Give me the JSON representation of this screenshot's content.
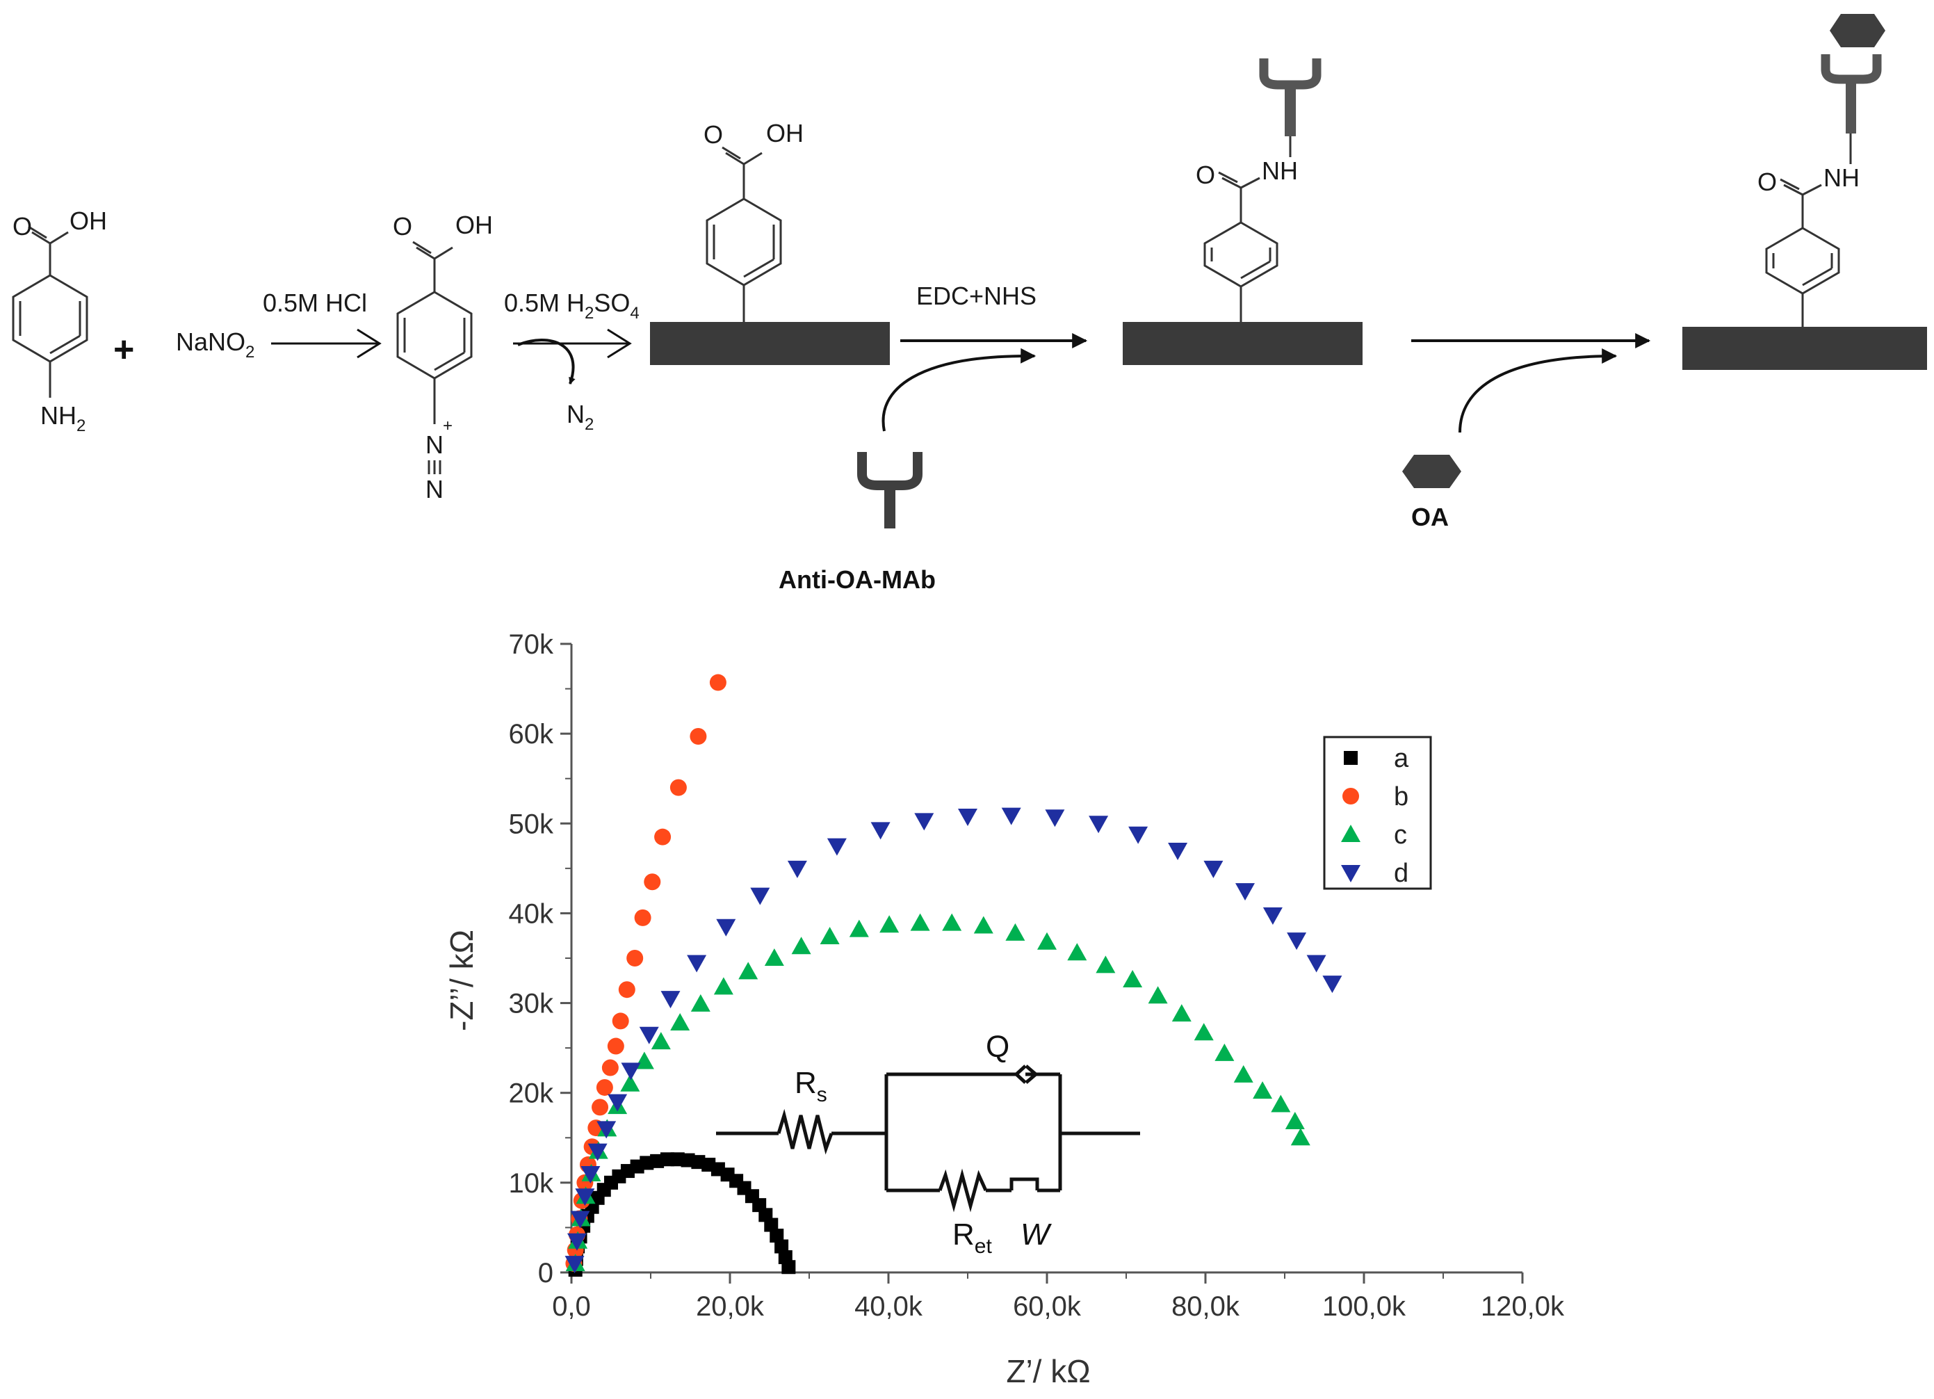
{
  "scheme": {
    "reactant1": {
      "top": "O",
      "oh": "OH",
      "bottom": "NH",
      "bottom_sub": "2"
    },
    "plus": "+",
    "reagent1": {
      "main": "NaNO",
      "sub": "2"
    },
    "step1_label": "0.5M HCl",
    "diazonium": {
      "top": "O",
      "oh": "OH",
      "n_plus": "N",
      "plus": "+",
      "n_bottom": "N"
    },
    "step2_label": {
      "main": "0.5M H",
      "sub1": "2",
      "mid": "SO",
      "sub2": "4"
    },
    "n2_label": {
      "main": "N",
      "sub": "2"
    },
    "grafted": {
      "top": "O",
      "oh": "OH"
    },
    "step3_label": "EDC+NHS",
    "antibody_label": "Anti-OA-MAb",
    "conjugate": {
      "o": "O",
      "nh": "NH"
    },
    "final": {
      "o": "O",
      "nh": "NH"
    },
    "analyte_label": "OA"
  },
  "colors": {
    "surface": "#3a3a3a",
    "series_a": "#000000",
    "series_b": "#ff4a1a",
    "series_c": "#00b050",
    "series_d": "#1f2fa0"
  },
  "chart_data": {
    "type": "scatter",
    "xlabel": "Z’/ kΩ",
    "ylabel": "-Z’’/ kΩ",
    "xlim": [
      0,
      120000
    ],
    "ylim": [
      0,
      70000
    ],
    "xticks": [
      {
        "value": 0,
        "label": "0,0"
      },
      {
        "value": 20000,
        "label": "20,0k"
      },
      {
        "value": 40000,
        "label": "40,0k"
      },
      {
        "value": 60000,
        "label": "60,0k"
      },
      {
        "value": 80000,
        "label": "80,0k"
      },
      {
        "value": 100000,
        "label": "100,0k"
      },
      {
        "value": 120000,
        "label": "120,0k"
      }
    ],
    "yticks": [
      {
        "value": 0,
        "label": "0"
      },
      {
        "value": 10000,
        "label": "10k"
      },
      {
        "value": 20000,
        "label": "20k"
      },
      {
        "value": 30000,
        "label": "30k"
      },
      {
        "value": 40000,
        "label": "40k"
      },
      {
        "value": 50000,
        "label": "50k"
      },
      {
        "value": 60000,
        "label": "60k"
      },
      {
        "value": 70000,
        "label": "70k"
      }
    ],
    "legend_position": "top-right",
    "series": [
      {
        "name": "a",
        "marker": "square",
        "points": [
          [
            500,
            300
          ],
          [
            600,
            1500
          ],
          [
            800,
            2900
          ],
          [
            1100,
            4000
          ],
          [
            1500,
            5200
          ],
          [
            2000,
            6300
          ],
          [
            2600,
            7300
          ],
          [
            3300,
            8300
          ],
          [
            4100,
            9200
          ],
          [
            5000,
            10000
          ],
          [
            6000,
            10700
          ],
          [
            7100,
            11300
          ],
          [
            8300,
            11800
          ],
          [
            9500,
            12200
          ],
          [
            10800,
            12400
          ],
          [
            12100,
            12600
          ],
          [
            13400,
            12600
          ],
          [
            14700,
            12500
          ],
          [
            16000,
            12300
          ],
          [
            17300,
            12000
          ],
          [
            18500,
            11500
          ],
          [
            19700,
            10900
          ],
          [
            20800,
            10200
          ],
          [
            21800,
            9400
          ],
          [
            22800,
            8500
          ],
          [
            23700,
            7500
          ],
          [
            24500,
            6400
          ],
          [
            25200,
            5300
          ],
          [
            25900,
            4100
          ],
          [
            26500,
            2900
          ],
          [
            27000,
            1700
          ],
          [
            27400,
            600
          ]
        ]
      },
      {
        "name": "b",
        "marker": "circle",
        "points": [
          [
            300,
            1000
          ],
          [
            500,
            2500
          ],
          [
            700,
            4200
          ],
          [
            1000,
            6000
          ],
          [
            1300,
            8000
          ],
          [
            1700,
            10000
          ],
          [
            2100,
            12000
          ],
          [
            2600,
            14000
          ],
          [
            3100,
            16100
          ],
          [
            3600,
            18400
          ],
          [
            4200,
            20600
          ],
          [
            4900,
            22800
          ],
          [
            5600,
            25200
          ],
          [
            6200,
            28000
          ],
          [
            7000,
            31500
          ],
          [
            8000,
            35000
          ],
          [
            9000,
            39500
          ],
          [
            10200,
            43500
          ],
          [
            11500,
            48500
          ],
          [
            13500,
            54000
          ],
          [
            16000,
            59700
          ],
          [
            18500,
            65700
          ]
        ]
      },
      {
        "name": "c",
        "marker": "triangle-up",
        "points": [
          [
            500,
            1000
          ],
          [
            800,
            3500
          ],
          [
            1200,
            6000
          ],
          [
            1800,
            8500
          ],
          [
            2500,
            11000
          ],
          [
            3400,
            13500
          ],
          [
            4500,
            16000
          ],
          [
            5800,
            18500
          ],
          [
            7400,
            21000
          ],
          [
            9200,
            23500
          ],
          [
            11300,
            25700
          ],
          [
            13700,
            27800
          ],
          [
            16300,
            29900
          ],
          [
            19200,
            31800
          ],
          [
            22300,
            33500
          ],
          [
            25600,
            35000
          ],
          [
            29000,
            36300
          ],
          [
            32600,
            37400
          ],
          [
            36300,
            38200
          ],
          [
            40100,
            38700
          ],
          [
            44000,
            38900
          ],
          [
            48000,
            38900
          ],
          [
            52000,
            38600
          ],
          [
            56000,
            37800
          ],
          [
            60000,
            36800
          ],
          [
            63800,
            35600
          ],
          [
            67400,
            34200
          ],
          [
            70800,
            32600
          ],
          [
            74000,
            30800
          ],
          [
            77000,
            28800
          ],
          [
            79800,
            26700
          ],
          [
            82400,
            24400
          ],
          [
            84800,
            22000
          ],
          [
            87200,
            20200
          ],
          [
            89500,
            18700
          ],
          [
            91300,
            16800
          ],
          [
            92000,
            15000
          ]
        ]
      },
      {
        "name": "d",
        "marker": "triangle-down",
        "points": [
          [
            400,
            1000
          ],
          [
            700,
            3500
          ],
          [
            1100,
            6000
          ],
          [
            1700,
            8500
          ],
          [
            2400,
            11000
          ],
          [
            3300,
            13500
          ],
          [
            4400,
            16000
          ],
          [
            5800,
            19000
          ],
          [
            7500,
            22500
          ],
          [
            9800,
            26500
          ],
          [
            12500,
            30500
          ],
          [
            15800,
            34500
          ],
          [
            19500,
            38500
          ],
          [
            23800,
            42000
          ],
          [
            28500,
            45000
          ],
          [
            33500,
            47500
          ],
          [
            39000,
            49300
          ],
          [
            44500,
            50300
          ],
          [
            50000,
            50800
          ],
          [
            55500,
            50900
          ],
          [
            61000,
            50700
          ],
          [
            66500,
            50000
          ],
          [
            71500,
            48800
          ],
          [
            76500,
            47000
          ],
          [
            81000,
            45000
          ],
          [
            85000,
            42500
          ],
          [
            88500,
            39800
          ],
          [
            91500,
            37000
          ],
          [
            94000,
            34500
          ],
          [
            96000,
            32200
          ]
        ]
      }
    ],
    "inset_circuit": {
      "rs": "R",
      "rs_sub": "s",
      "q": "Q",
      "ret": "R",
      "ret_sub": "et",
      "w": "W"
    }
  }
}
